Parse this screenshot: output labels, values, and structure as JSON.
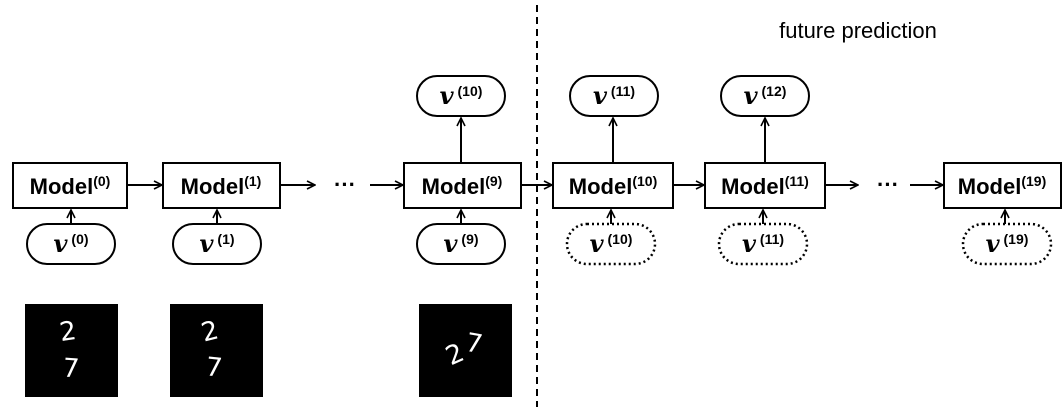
{
  "diagram": {
    "future_label": "future prediction",
    "ellipsis": "···",
    "model_base": "Model",
    "v_symbol": "v",
    "models": [
      {
        "base": "Model",
        "sup": "(0)"
      },
      {
        "base": "Model",
        "sup": "(1)"
      },
      {
        "base": "Model",
        "sup": "(9)"
      },
      {
        "base": "Model",
        "sup": "(10)"
      },
      {
        "base": "Model",
        "sup": "(11)"
      },
      {
        "base": "Model",
        "sup": "(19)"
      }
    ],
    "inputs": [
      {
        "sym": "v",
        "sup": "(0)",
        "style": "solid"
      },
      {
        "sym": "v",
        "sup": "(1)",
        "style": "solid"
      },
      {
        "sym": "v",
        "sup": "(9)",
        "style": "solid"
      },
      {
        "sym": "v",
        "sup": "(10)",
        "style": "dotted"
      },
      {
        "sym": "v",
        "sup": "(11)",
        "style": "dotted"
      },
      {
        "sym": "v",
        "sup": "(19)",
        "style": "dotted"
      }
    ],
    "outputs": [
      {
        "sym": "v",
        "sup": "(10)"
      },
      {
        "sym": "v",
        "sup": "(11)"
      },
      {
        "sym": "v",
        "sup": "(12)"
      }
    ],
    "digit_frames": [
      {
        "name": "frame-0",
        "top": "2",
        "bottom": "7"
      },
      {
        "name": "frame-1",
        "top": "2",
        "bottom": "7"
      },
      {
        "name": "frame-9",
        "top": "2",
        "bottom": "7"
      }
    ],
    "colors": {
      "stroke": "#000000",
      "frame_bg": "#000000",
      "digit": "#ffffff"
    }
  }
}
